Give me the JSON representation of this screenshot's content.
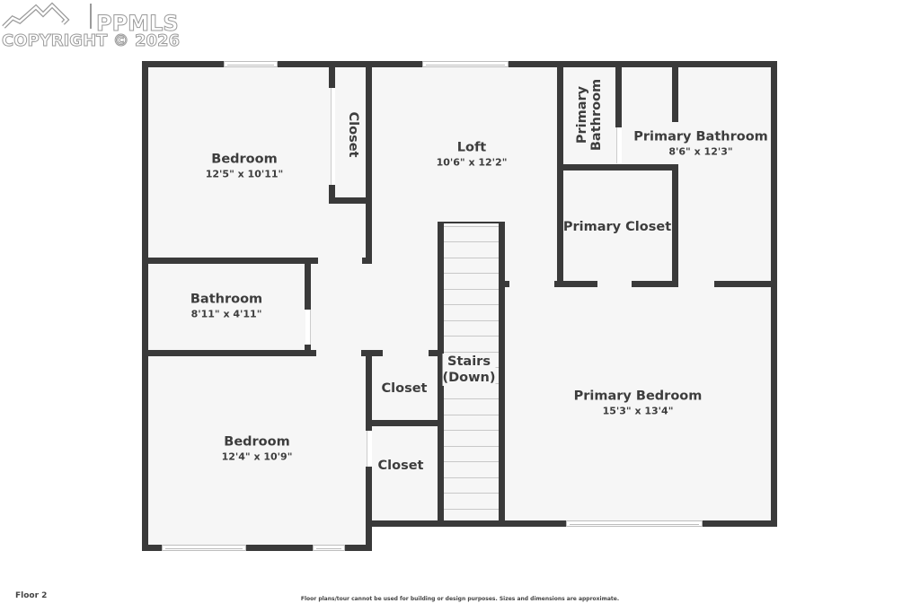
{
  "watermark": {
    "brand": "PPMLS",
    "copyright": "COPYRIGHT © 2026"
  },
  "floor_label": "Floor 2",
  "disclaimer": "Floor plans/tour cannot be used for building or design purposes. Sizes and dimensions are approximate.",
  "colors": {
    "wall": "#3a3a3a",
    "room_fill": "#f6f6f6",
    "text": "#3d3d3d",
    "background": "#ffffff"
  },
  "rooms": {
    "bedroom_nw": {
      "name": "Bedroom",
      "dims": "12'5\" x 10'11\""
    },
    "closet_nw": {
      "name": "Closet"
    },
    "loft": {
      "name": "Loft",
      "dims": "10'6\" x 12'2\""
    },
    "primary_bath_small": {
      "name_line1": "Primary",
      "name_line2": "Bathroom"
    },
    "primary_bathroom": {
      "name": "Primary Bathroom",
      "dims": "8'6\" x 12'3\""
    },
    "primary_closet": {
      "name": "Primary Closet"
    },
    "bathroom": {
      "name": "Bathroom",
      "dims": "8'11\" x 4'11\""
    },
    "stairs": {
      "line1": "Stairs",
      "line2": "(Down)"
    },
    "closet_upper": {
      "name": "Closet"
    },
    "closet_lower": {
      "name": "Closet"
    },
    "bedroom_sw": {
      "name": "Bedroom",
      "dims": "12'4\" x 10'9\""
    },
    "primary_bedroom": {
      "name": "Primary Bedroom",
      "dims": "15'3\" x 13'4\""
    }
  }
}
